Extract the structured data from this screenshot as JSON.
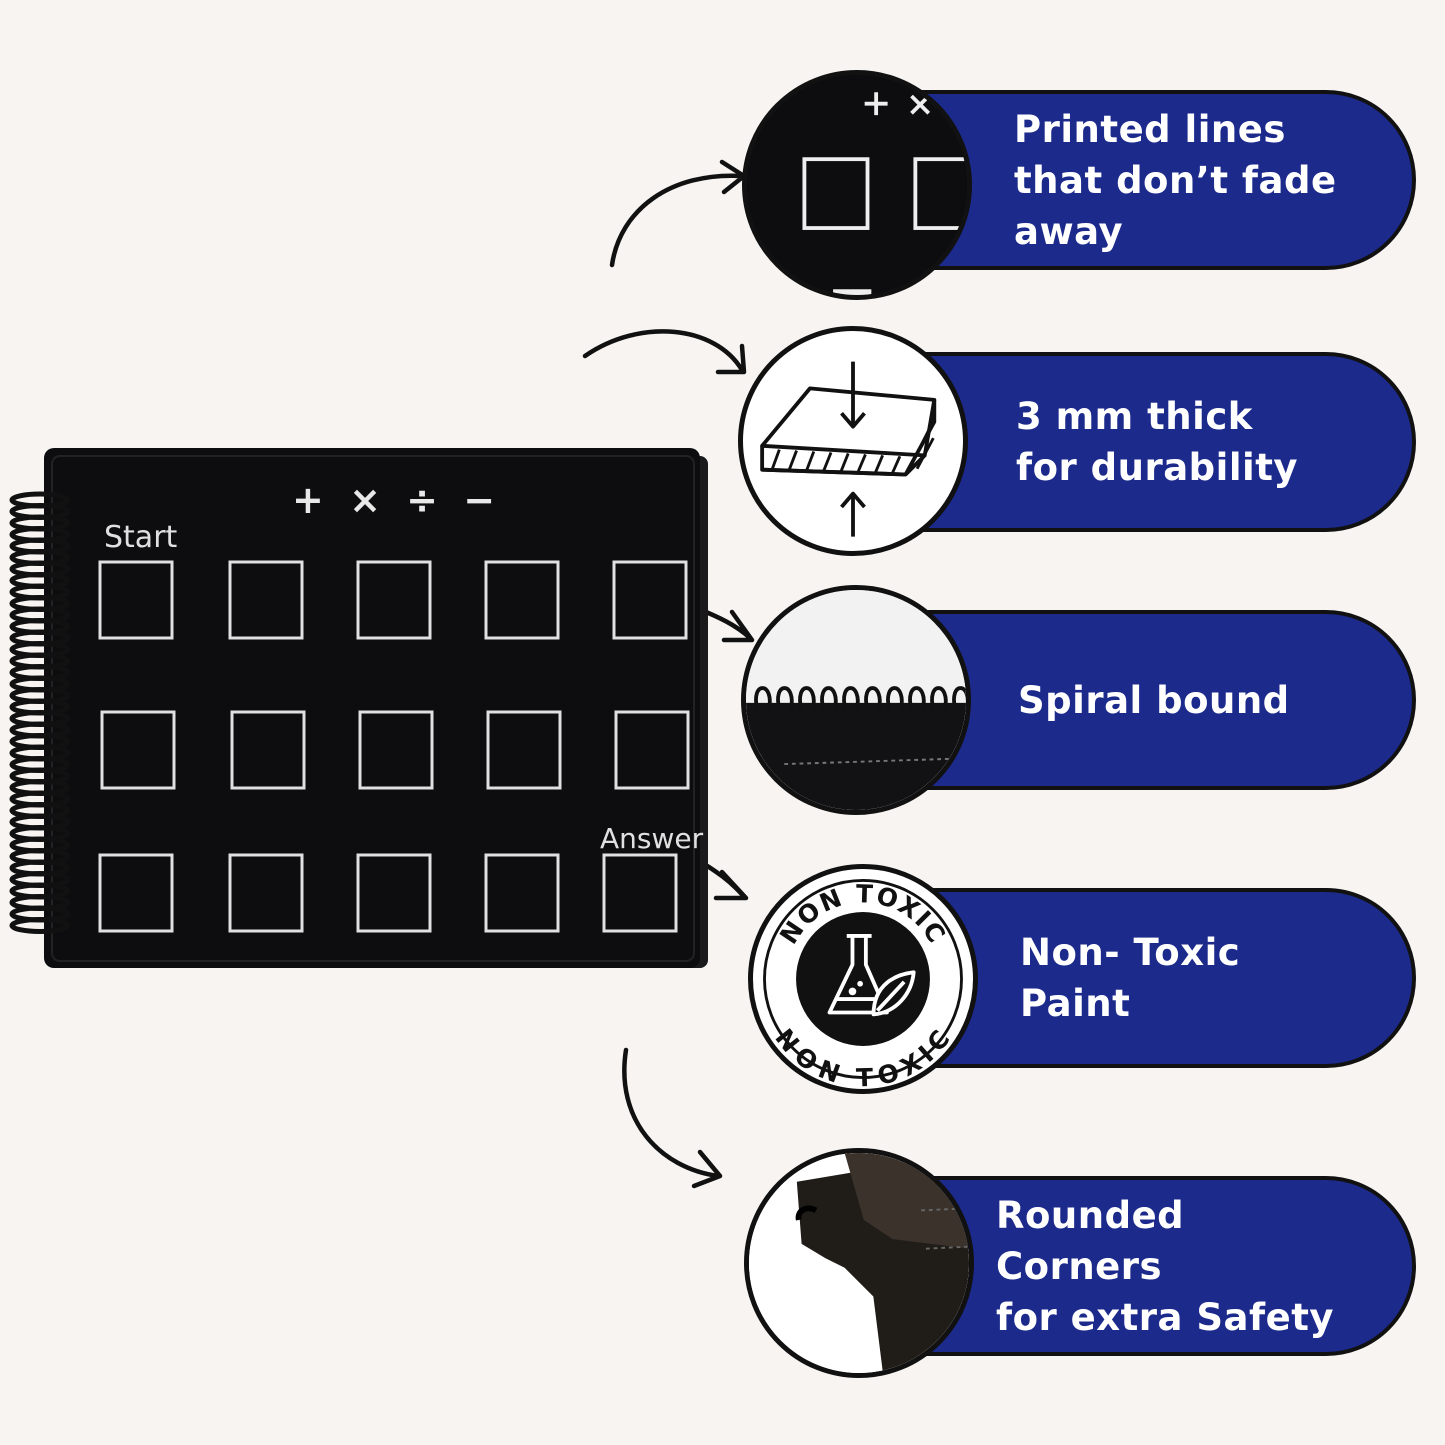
{
  "notebook": {
    "operators": "+ × ÷ −",
    "start_label": "Start",
    "answer_label": "Answer"
  },
  "features": [
    {
      "text": "Printed lines\nthat don’t fade\naway",
      "icon": "printed-lines-closeup-icon"
    },
    {
      "text": "3 mm thick\nfor durability",
      "icon": "board-thickness-icon"
    },
    {
      "text": "Spiral bound",
      "icon": "spiral-binding-closeup-icon"
    },
    {
      "text": "Non- Toxic\nPaint",
      "icon": "non-toxic-seal-icon"
    },
    {
      "text": "Rounded\nCorners\nfor extra Safety",
      "icon": "rounded-corners-closeup-icon"
    }
  ],
  "seal": {
    "top_text": "NON TOXIC",
    "bottom_text": "NON TOXIC"
  },
  "colors": {
    "background": "#f8f4f1",
    "pill": "#1c2a8c",
    "outline": "#111111",
    "board": "#0d0d0f",
    "print": "#e8e8e8"
  }
}
